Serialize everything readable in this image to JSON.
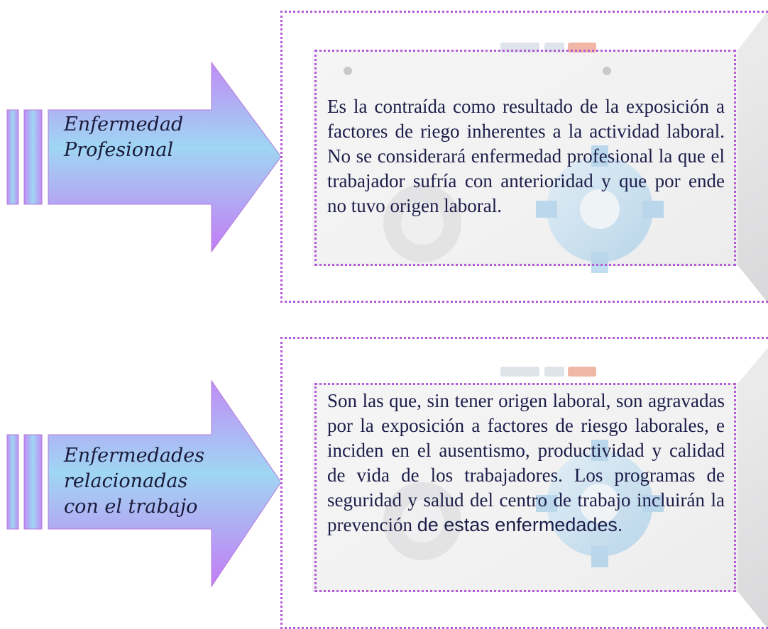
{
  "items": [
    {
      "term": [
        "Enfermedad",
        "Profesional"
      ],
      "definition": "Es la contraída como resultado de la exposición a factores de riego inherentes a la actividad laboral. No se considerará enfermedad profesional la que el trabajador sufría con anterioridad y que por ende no tuvo origen laboral."
    },
    {
      "term": [
        "Enfermedades",
        "relacionadas",
        "con el trabajo"
      ],
      "definition": "Son las que, sin tener origen laboral, son agravadas por la exposición a factores de riesgo laborales, e inciden en el ausentismo, productividad y calidad de vida de los trabajadores. Los programas de seguridad y salud del centro de trabajo incluirán la prevención",
      "definition_tail": "de estas enfermedades."
    }
  ],
  "colors": {
    "arrow_light": "#9fd8f2",
    "arrow_mid": "#a98cf0",
    "arrow_dark": "#c084f5",
    "border": "#b35ad6",
    "text": "#1d1d4a"
  }
}
